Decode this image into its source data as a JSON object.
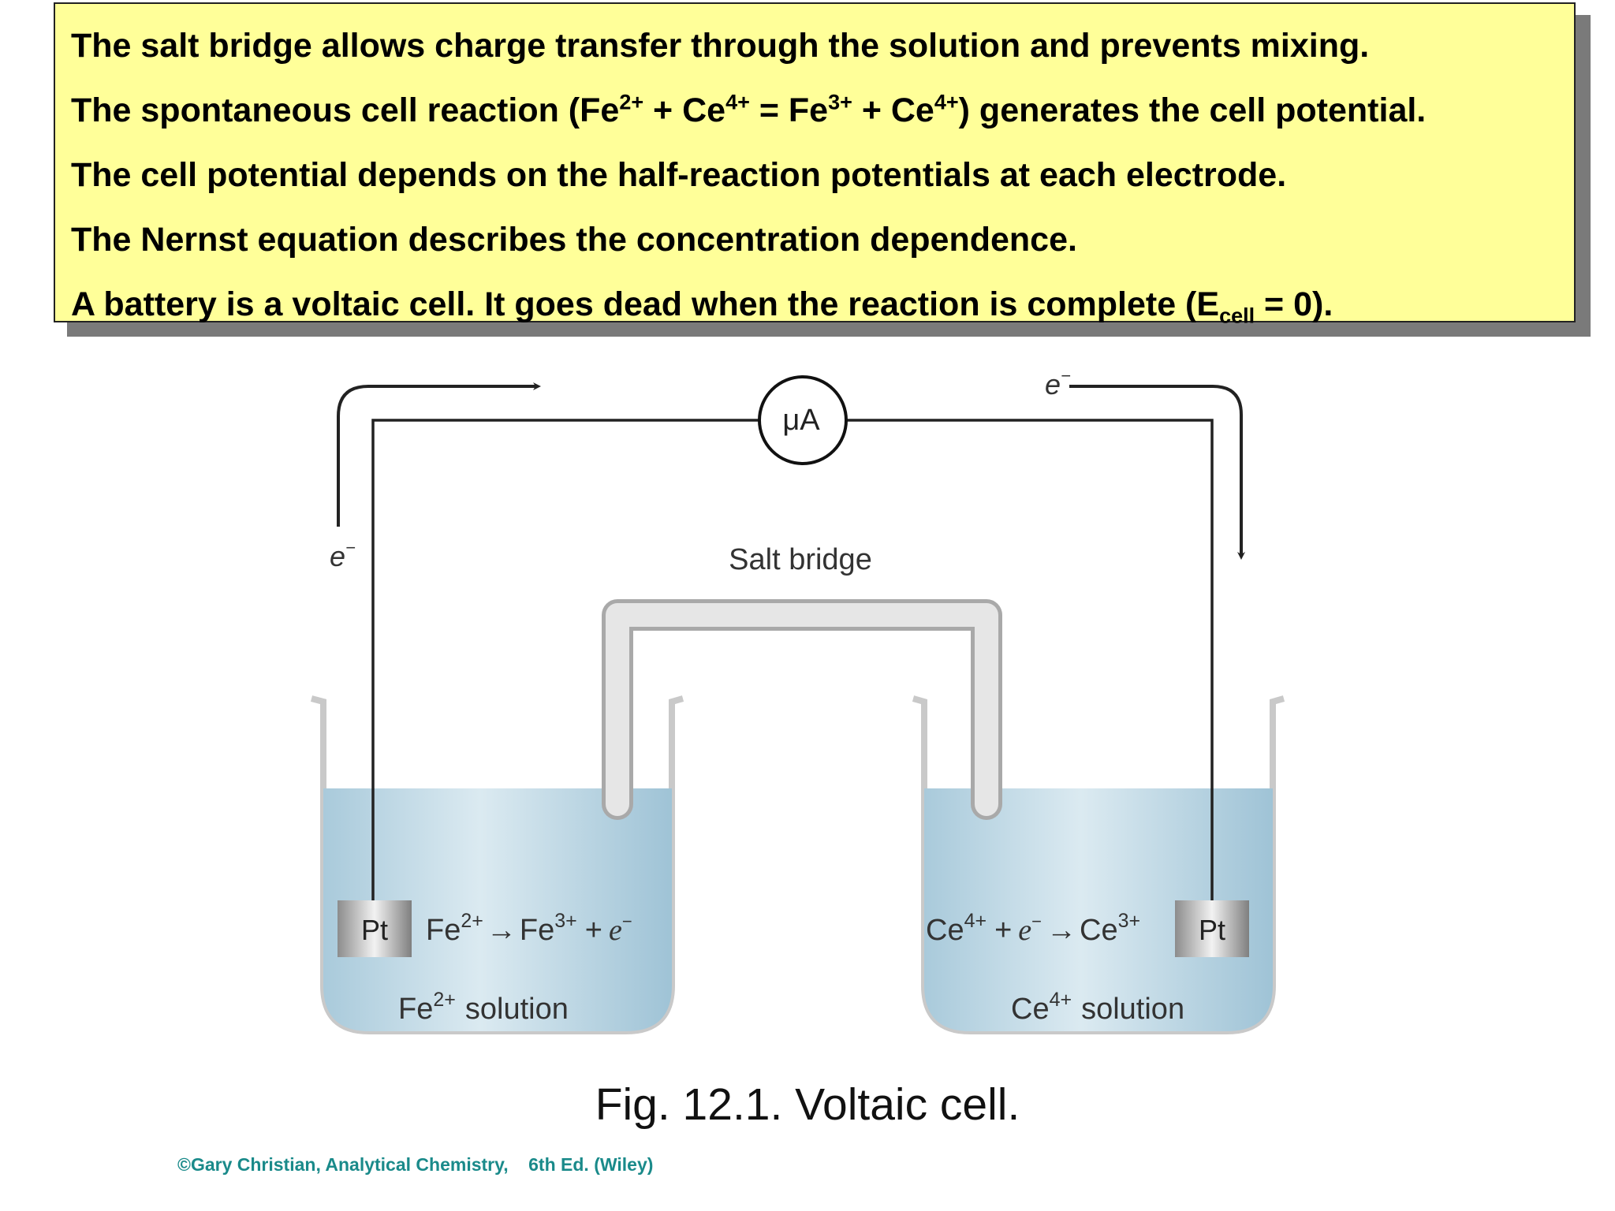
{
  "notes": [
    {
      "parts": [
        [
          "t",
          "The salt bridge allows charge transfer through the solution and prevents mixing."
        ]
      ]
    },
    {
      "parts": [
        [
          "t",
          "The spontaneous cell reaction (Fe"
        ],
        [
          "sup",
          "2+"
        ],
        [
          "t",
          " + Ce"
        ],
        [
          "sup",
          "4+"
        ],
        [
          "t",
          " = Fe"
        ],
        [
          "sup",
          "3+"
        ],
        [
          "t",
          " + Ce"
        ],
        [
          "sup",
          "4+"
        ],
        [
          "t",
          ") generates the cell potential."
        ]
      ]
    },
    {
      "parts": [
        [
          "t",
          "The cell potential depends on the half-reaction potentials at each electrode."
        ]
      ]
    },
    {
      "parts": [
        [
          "t",
          "The Nernst equation describes the concentration dependence."
        ]
      ]
    },
    {
      "parts": [
        [
          "t",
          "A battery is a voltaic cell.  It goes dead when the reaction is complete (E"
        ],
        [
          "sub",
          "cell"
        ],
        [
          "t",
          " = 0)."
        ]
      ]
    }
  ],
  "diagram": {
    "meter_label": "μA",
    "electron_symbol": "e",
    "electron_charge": "−",
    "salt_bridge_label": "Salt bridge",
    "left_electrode_label": "Pt",
    "right_electrode_label": "Pt",
    "left_half_reaction": {
      "ion1": "Fe",
      "ion1_charge": "2+",
      "arrow": "→",
      "ion2": "Fe",
      "ion2_charge": "3+",
      "plus": "+",
      "electron": "e",
      "electron_charge": "−"
    },
    "right_half_reaction": {
      "ion1": "Ce",
      "ion1_charge": "4+",
      "plus": "+",
      "electron": "e",
      "electron_charge": "−",
      "arrow": "→",
      "ion2": "Ce",
      "ion2_charge": "3+"
    },
    "left_solution": {
      "ion": "Fe",
      "charge": "2+",
      "word": "solution"
    },
    "right_solution": {
      "ion": "Ce",
      "charge": "4+",
      "word": "solution"
    }
  },
  "caption": "Fig. 12.1. Voltaic cell.",
  "copyright": "©Gary Christian, Analytical Chemistry,    6th Ed. (Wiley)",
  "colors": {
    "notes_background": "#ffff99",
    "solution": "#b4d3e3",
    "copyright": "#1a8a8a"
  }
}
